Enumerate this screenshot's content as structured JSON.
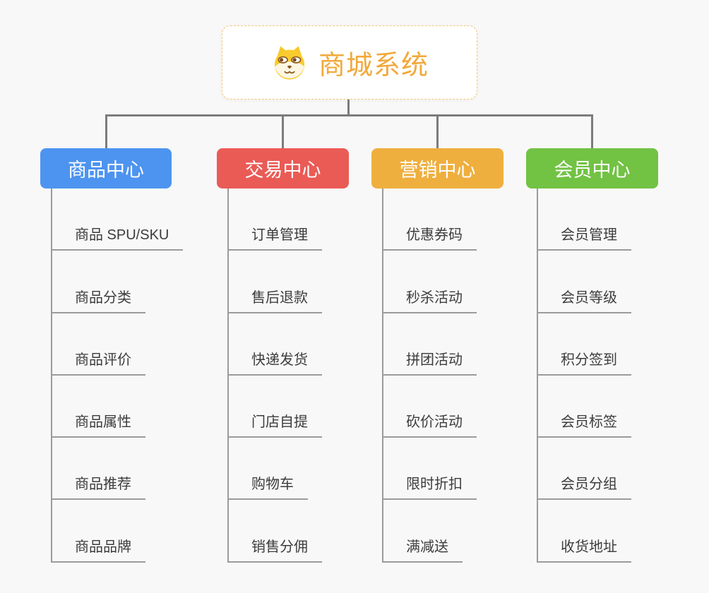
{
  "page": {
    "background": "#F9F8F8",
    "connector_color": "#7C7C7C",
    "child_line_color": "#9B9B9B"
  },
  "root": {
    "title": "商城系统",
    "icon": "shiba-dog-icon",
    "text_color": "#F2A93B",
    "border_color": "#F3C879"
  },
  "branches": [
    {
      "label": "商品中心",
      "color": "#4D94F0",
      "children": [
        "商品 SPU/SKU",
        "商品分类",
        "商品评价",
        "商品属性",
        "商品推荐",
        "商品品牌"
      ]
    },
    {
      "label": "交易中心",
      "color": "#EA5B56",
      "children": [
        "订单管理",
        "售后退款",
        "快递发货",
        "门店自提",
        "购物车",
        "销售分佣"
      ]
    },
    {
      "label": "营销中心",
      "color": "#EFAF3E",
      "children": [
        "优惠券码",
        "秒杀活动",
        "拼团活动",
        "砍价活动",
        "限时折扣",
        "满减送"
      ]
    },
    {
      "label": "会员中心",
      "color": "#72C244",
      "children": [
        "会员管理",
        "会员等级",
        "积分签到",
        "会员标签",
        "会员分组",
        "收货地址"
      ]
    }
  ]
}
